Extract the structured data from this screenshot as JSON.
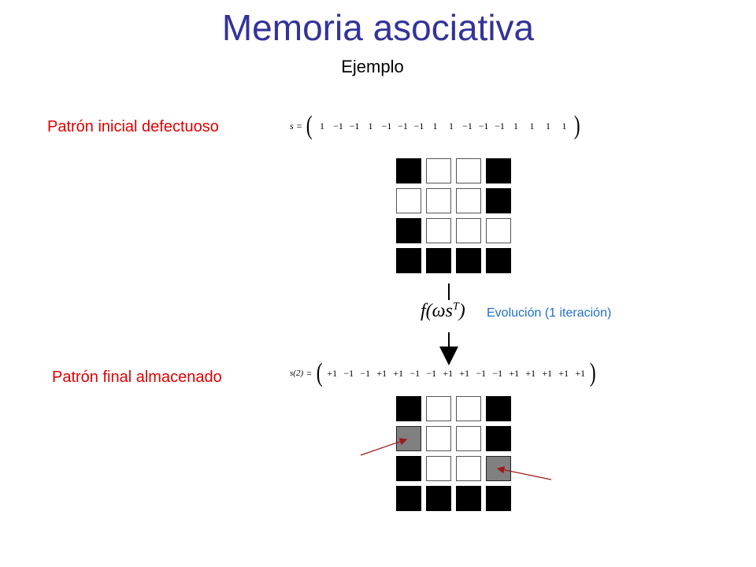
{
  "title": "Memoria asociativa",
  "subtitle": "Ejemplo",
  "initial": {
    "label": "Patrón inicial defectuoso",
    "vector_name": "s",
    "vector_eq": "=",
    "values": [
      "1",
      "−1",
      "−1",
      "1",
      "−1",
      "−1",
      "−1",
      "1",
      "1",
      "−1",
      "−1",
      "−1",
      "1",
      "1",
      "1",
      "1"
    ],
    "grid": [
      [
        "black",
        "white",
        "white",
        "black"
      ],
      [
        "white",
        "white",
        "white",
        "black"
      ],
      [
        "black",
        "white",
        "white",
        "white"
      ],
      [
        "black",
        "black",
        "black",
        "black"
      ]
    ]
  },
  "evolution": {
    "function": "f(ωs",
    "function_sup": "T",
    "function_close": ")",
    "label": "Evolución (1 iteración)"
  },
  "final": {
    "label": "Patrón final almacenado",
    "vector_name": "s(2)",
    "vector_eq": "=",
    "values": [
      "+1",
      "−1",
      "−1",
      "+1",
      "+1",
      "−1",
      "−1",
      "+1",
      "+1",
      "−1",
      "−1",
      "+1",
      "+1",
      "+1",
      "+1",
      "+1"
    ],
    "grid": [
      [
        "black",
        "white",
        "white",
        "black"
      ],
      [
        "gray",
        "white",
        "white",
        "black"
      ],
      [
        "black",
        "white",
        "white",
        "gray"
      ],
      [
        "black",
        "black",
        "black",
        "black"
      ]
    ]
  },
  "colors": {
    "title": "#333399",
    "label": "#e00000",
    "evolution_text": "#1f6fcf",
    "pointer_arrow": "#a01818"
  }
}
